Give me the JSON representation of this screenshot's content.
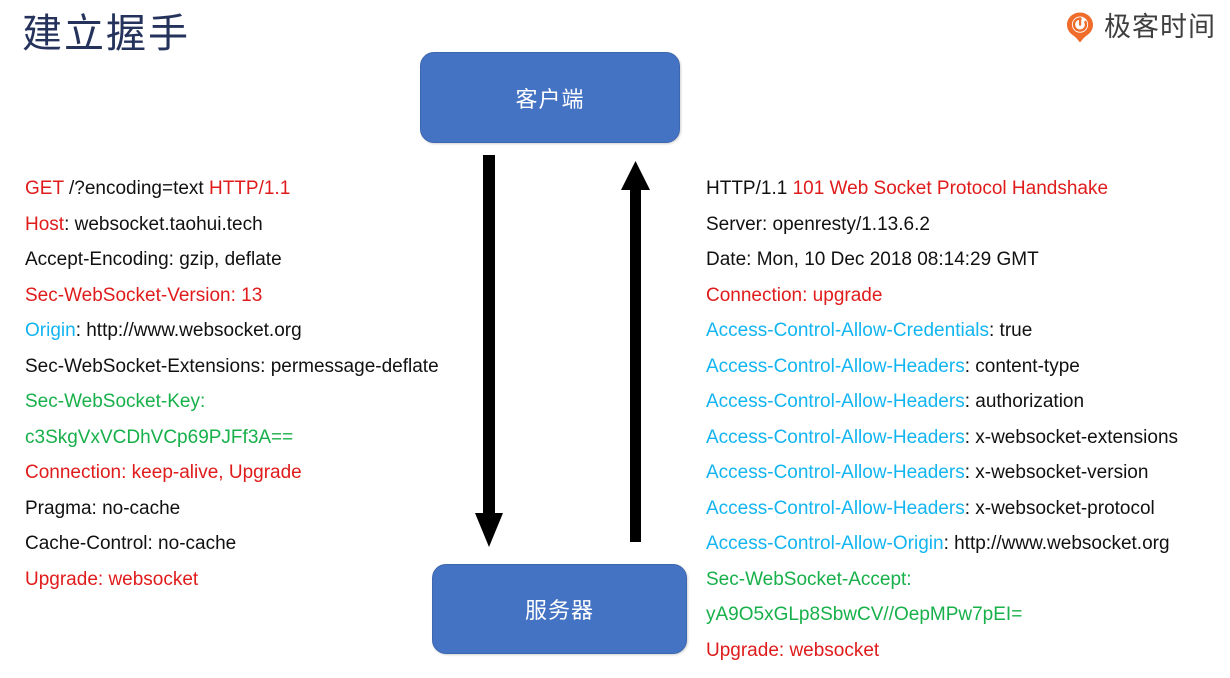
{
  "slide": {
    "title": "建立握手",
    "brand": {
      "logo_icon": "geektime-circle-logo-icon",
      "logo_text": "极客时间",
      "logo_color": "#ef6c2a"
    },
    "colors": {
      "box_fill": "#4573c4",
      "title": "#25335c",
      "red": "#e01b1b",
      "cyan": "#13b5f0",
      "green": "#18b04a",
      "black": "#111111"
    }
  },
  "diagram": {
    "client_box_label": "客户端",
    "server_box_label": "服务器",
    "arrow_down_name": "request-arrow-client-to-server",
    "arrow_up_name": "response-arrow-server-to-client"
  },
  "request": {
    "lines": [
      {
        "segments": [
          {
            "text": "GET ",
            "color": "red"
          },
          {
            "text": "/?encoding=text ",
            "color": "black"
          },
          {
            "text": "HTTP/1.1",
            "color": "red"
          }
        ]
      },
      {
        "segments": [
          {
            "text": "Host",
            "color": "red"
          },
          {
            "text": ": websocket.taohui.tech",
            "color": "black"
          }
        ]
      },
      {
        "segments": [
          {
            "text": "Accept-Encoding: gzip, deflate",
            "color": "black"
          }
        ]
      },
      {
        "segments": [
          {
            "text": "Sec-WebSocket-Version: 13",
            "color": "red"
          }
        ]
      },
      {
        "segments": [
          {
            "text": "Origin",
            "color": "cyan"
          },
          {
            "text": ": http://www.websocket.org",
            "color": "black"
          }
        ]
      },
      {
        "segments": [
          {
            "text": "Sec-WebSocket-Extensions: permessage-deflate",
            "color": "black"
          }
        ]
      },
      {
        "segments": [
          {
            "text": "Sec-WebSocket-Key:",
            "color": "green"
          }
        ]
      },
      {
        "segments": [
          {
            "text": "c3SkgVxVCDhVCp69PJFf3A==",
            "color": "green"
          }
        ]
      },
      {
        "segments": [
          {
            "text": "Connection: keep-alive, Upgrade",
            "color": "red"
          }
        ]
      },
      {
        "segments": [
          {
            "text": "Pragma: no-cache",
            "color": "black"
          }
        ]
      },
      {
        "segments": [
          {
            "text": "Cache-Control: no-cache",
            "color": "black"
          }
        ]
      },
      {
        "segments": [
          {
            "text": "Upgrade: websocket",
            "color": "red"
          }
        ]
      }
    ]
  },
  "response": {
    "lines": [
      {
        "segments": [
          {
            "text": "HTTP/1.1 ",
            "color": "black"
          },
          {
            "text": "101 Web Socket Protocol Handshake",
            "color": "red"
          }
        ]
      },
      {
        "segments": [
          {
            "text": "Server: openresty/1.13.6.2",
            "color": "black"
          }
        ]
      },
      {
        "segments": [
          {
            "text": "Date: Mon, 10 Dec 2018 08:14:29 GMT",
            "color": "black"
          }
        ]
      },
      {
        "segments": [
          {
            "text": "Connection: upgrade",
            "color": "red"
          }
        ]
      },
      {
        "segments": [
          {
            "text": "Access-Control-Allow-Credentials",
            "color": "cyan"
          },
          {
            "text": ": true",
            "color": "black"
          }
        ]
      },
      {
        "segments": [
          {
            "text": "Access-Control-Allow-Headers",
            "color": "cyan"
          },
          {
            "text": ": content-type",
            "color": "black"
          }
        ]
      },
      {
        "segments": [
          {
            "text": "Access-Control-Allow-Headers",
            "color": "cyan"
          },
          {
            "text": ": authorization",
            "color": "black"
          }
        ]
      },
      {
        "segments": [
          {
            "text": "Access-Control-Allow-Headers",
            "color": "cyan"
          },
          {
            "text": ": x-websocket-extensions",
            "color": "black"
          }
        ]
      },
      {
        "segments": [
          {
            "text": "Access-Control-Allow-Headers",
            "color": "cyan"
          },
          {
            "text": ": x-websocket-version",
            "color": "black"
          }
        ]
      },
      {
        "segments": [
          {
            "text": "Access-Control-Allow-Headers",
            "color": "cyan"
          },
          {
            "text": ": x-websocket-protocol",
            "color": "black"
          }
        ]
      },
      {
        "segments": [
          {
            "text": "Access-Control-Allow-Origin",
            "color": "cyan"
          },
          {
            "text": ": http://www.websocket.org",
            "color": "black"
          }
        ]
      },
      {
        "segments": [
          {
            "text": "Sec-WebSocket-Accept:",
            "color": "green"
          }
        ]
      },
      {
        "segments": [
          {
            "text": "yA9O5xGLp8SbwCV//OepMPw7pEI=",
            "color": "green"
          }
        ]
      },
      {
        "segments": [
          {
            "text": "Upgrade: websocket",
            "color": "red"
          }
        ]
      }
    ]
  }
}
